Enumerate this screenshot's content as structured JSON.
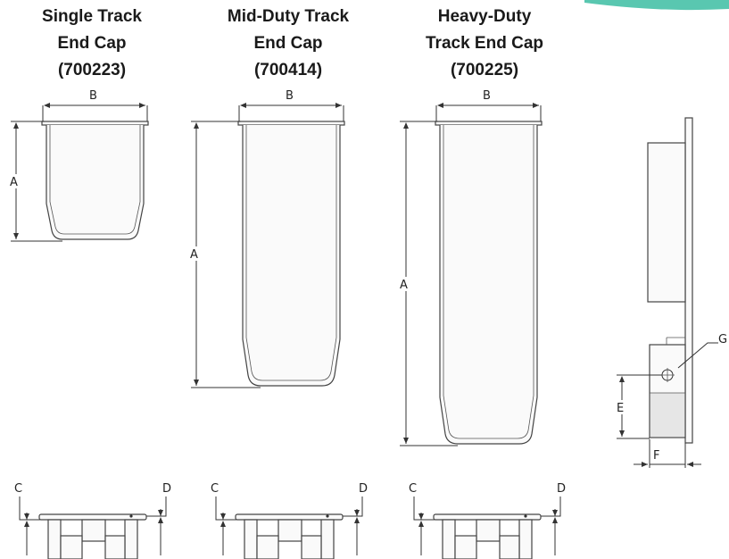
{
  "titles": [
    {
      "line1": "Single Track",
      "line2": "End Cap",
      "line3": "(700223)"
    },
    {
      "line1": "Mid-Duty Track",
      "line2": "End Cap",
      "line3": "(700414)"
    },
    {
      "line1": "Heavy-Duty",
      "line2": "Track End Cap",
      "line3": "(700225)"
    }
  ],
  "dimension_labels": {
    "a": "A",
    "b": "B",
    "c": "C",
    "d": "D",
    "e": "E",
    "f": "F",
    "g": "G"
  },
  "colors": {
    "accent": "#59c7b0",
    "line": "#333333"
  }
}
